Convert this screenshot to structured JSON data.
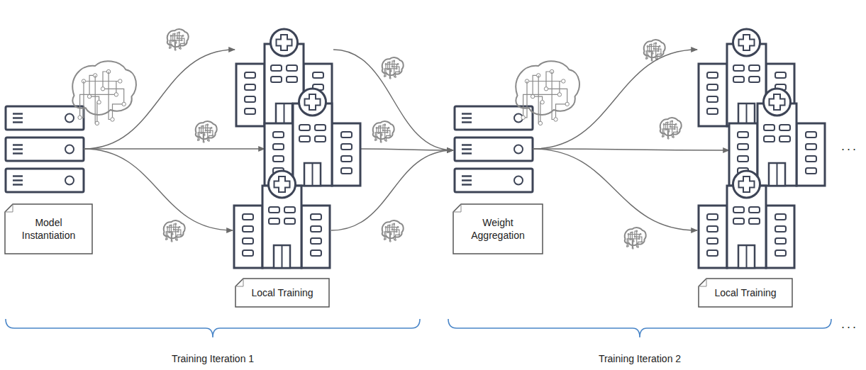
{
  "diagram": {
    "nodes": [
      {
        "text": [
          "Model Instantiation"
        ]
      },
      {
        "text": [
          "Local Training"
        ]
      },
      {
        "text": [
          "Weight Aggregation"
        ]
      },
      {
        "text": [
          "Local Training"
        ]
      }
    ],
    "labels": [
      "Training Iteration 1",
      "Training Iteration 2",
      "...",
      "..."
    ]
  }
}
